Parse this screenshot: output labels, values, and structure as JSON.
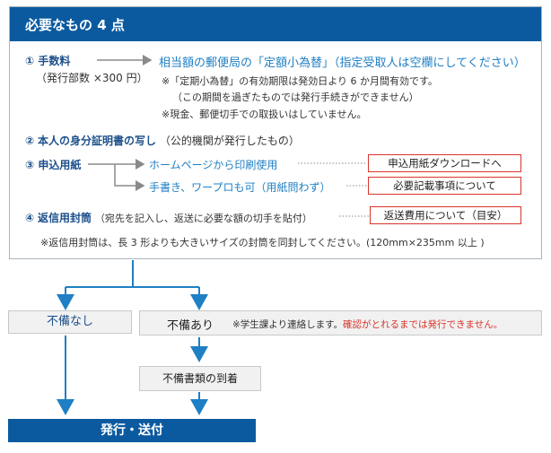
{
  "header": {
    "title": "必要なもの 4 点"
  },
  "item1": {
    "number": "①",
    "title": "手数料",
    "note": "（発行部数 ×300 円）",
    "target": "相当額の郵便局の「定額小為替」（指定受取人は空欄にしてください）",
    "notes": [
      "※「定期小為替」の有効期限は発効日より 6 か月間有効です。",
      "（この期間を過ぎたものでは発行手続きができません）",
      "※現金、郵便切手での取扱いはしていません。"
    ]
  },
  "item2": {
    "number": "②",
    "title": "本人の身分証明書の写し",
    "note": "（公的機関が発行したもの）"
  },
  "item3": {
    "number": "③",
    "title": "申込用紙",
    "option1": "ホームページから印刷使用",
    "option1_button": "申込用紙ダウンロードへ",
    "option2": "手書き、ワープロも可（用紙問わず）",
    "option2_button": "必要記載事項について"
  },
  "item4": {
    "number": "④",
    "title": "返信用封筒",
    "note": "（宛先を記入し、返送に必要な額の切手を貼付）",
    "button": "返送費用について（目安）",
    "footnote": "※返信用封筒は、長 3 形よりも大きいサイズの封筒を同封してください。(120mm×235mm 以上 )"
  },
  "flow": {
    "no_defect": "不備なし",
    "defect": "不備あり",
    "defect_note": "※学生課より連絡します。",
    "defect_warning": "確認がとれるまでは発行できません。",
    "docs_arrival": "不備書類の到着",
    "final": "発行・送付"
  },
  "colors": {
    "header_bg": "#0b5aa0",
    "accent_blue": "#1f7fc4",
    "navy": "#1c4f8a",
    "warning_red": "#d9342b",
    "gray_box": "#f1f1f1"
  }
}
